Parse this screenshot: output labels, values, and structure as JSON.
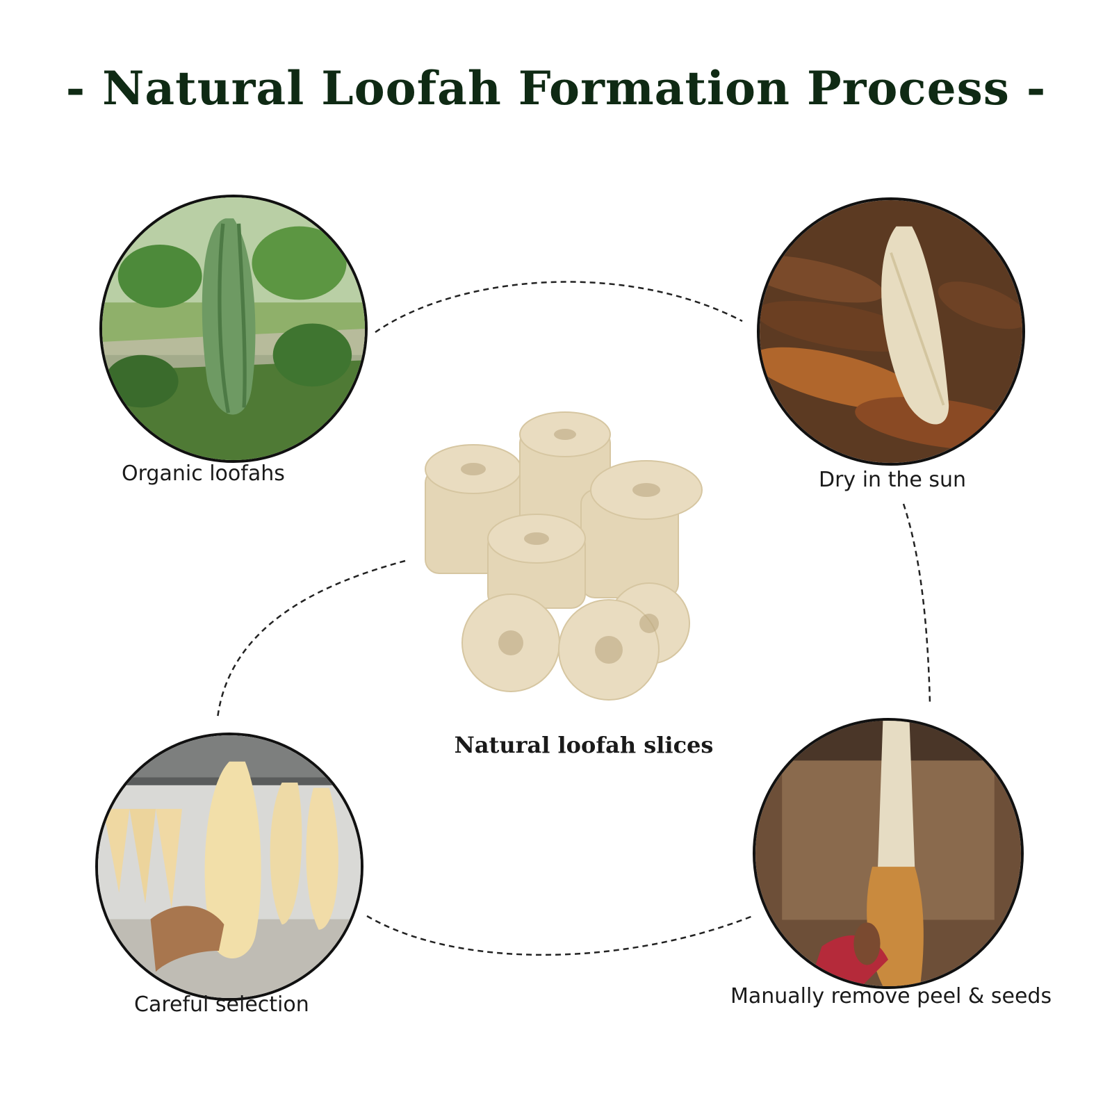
{
  "title": "- Natural Loofah Formation Process -",
  "center": {
    "label": "Natural loofah slices",
    "photo": "loofah-slices"
  },
  "steps": [
    {
      "label": "Organic loofahs",
      "photo": "green-loofah-on-vine"
    },
    {
      "label": "Dry in the sun",
      "photo": "dried-loofah-with-peel"
    },
    {
      "label": "Manually remove peel & seeds",
      "photo": "peeling-loofah-by-hand"
    },
    {
      "label": "Careful selection",
      "photo": "hanging-loofahs-selection"
    }
  ],
  "colors": {
    "title": "#0f2a14",
    "border": "#111111",
    "connector": "#222222"
  }
}
